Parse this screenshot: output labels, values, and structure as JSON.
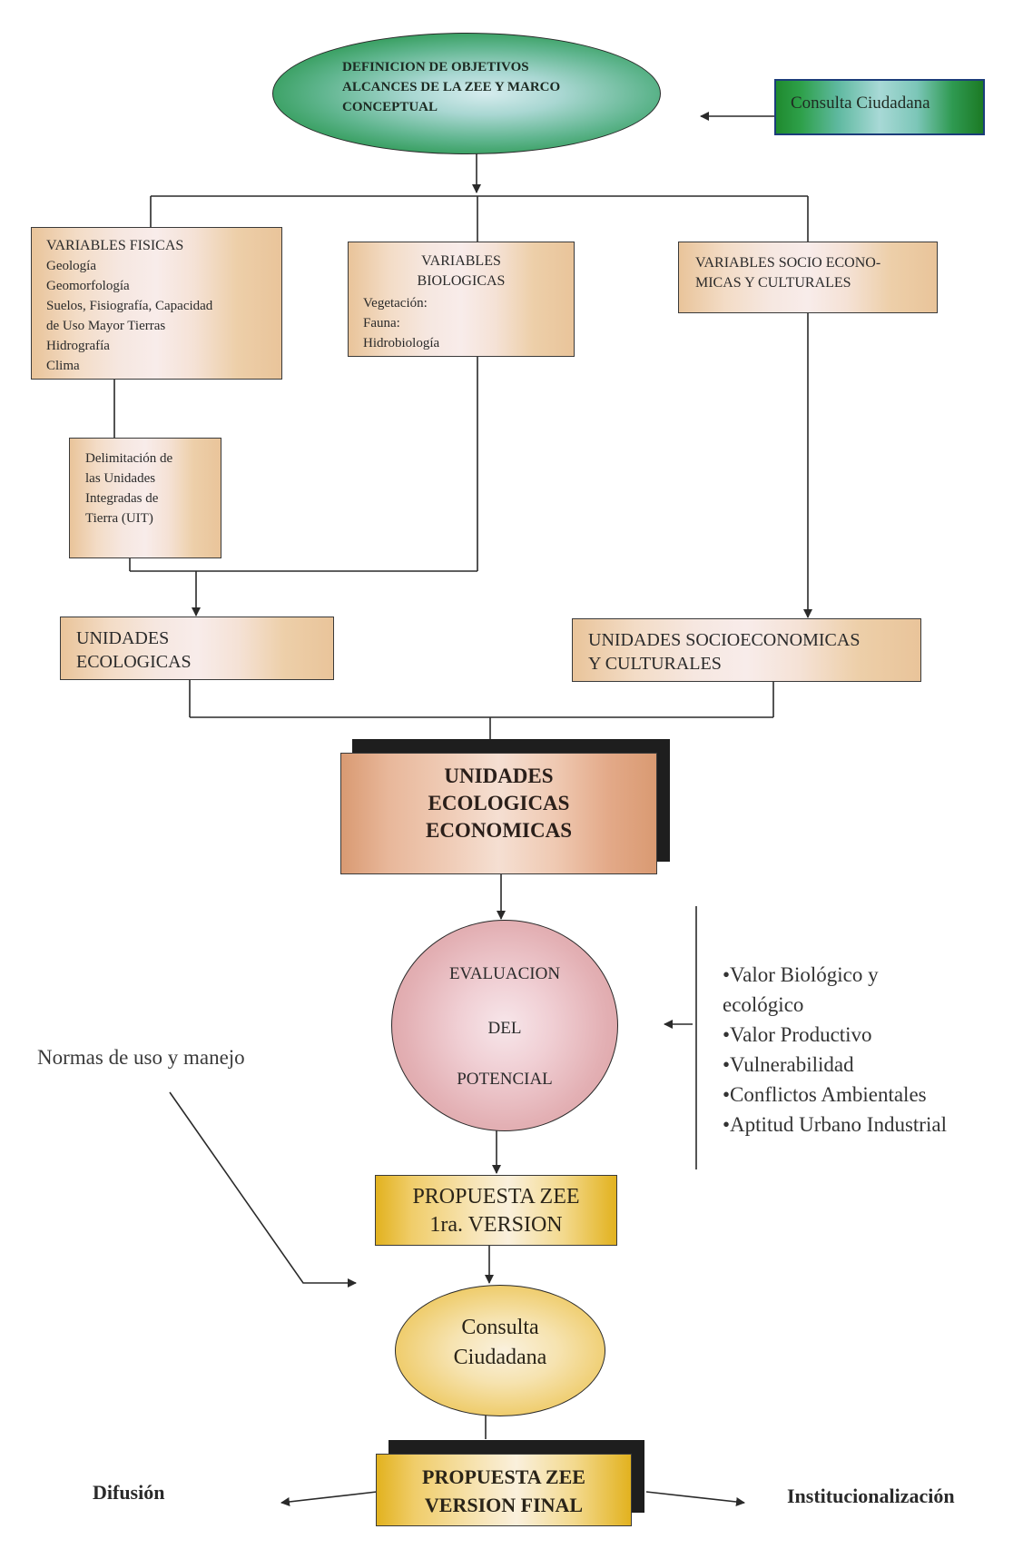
{
  "title": "Proceso de Zonificación Ecológica Económica (ZEE)",
  "nodes": {
    "definicion": {
      "text": "DEFINICION DE OBJETIVOS\nALCANCES DE LA ZEE Y MARCO\nCONCEPTUAL"
    },
    "consulta_top": {
      "text": "Consulta Ciudadana"
    },
    "var_fisicas": {
      "title": "VARIABLES FISICAS",
      "items": [
        "Geología",
        "Geomorfología",
        "Suelos, Fisiografía, Capacidad",
        "de Uso Mayor Tierras",
        "Hidrografía",
        "Clima"
      ]
    },
    "var_biologicas": {
      "title": "VARIABLES\nBIOLOGICAS",
      "items": [
        "Vegetación:",
        "Fauna:",
        "Hidrobiología"
      ]
    },
    "var_socio": {
      "title": "VARIABLES SOCIO ECONO-\nMICAS Y CULTURALES"
    },
    "delimitacion": {
      "text": "Delimitación de\nlas Unidades\nIntegradas de\nTierra (UIT)"
    },
    "unidades_eco": {
      "text": "UNIDADES\nECOLOGICAS"
    },
    "unidades_socio": {
      "text": "UNIDADES SOCIOECONOMICAS\nY CULTURALES"
    },
    "unidades_ee": {
      "text": "UNIDADES\nECOLOGICAS\nECONOMICAS"
    },
    "evaluacion": {
      "line1": "EVALUACION",
      "line2": "DEL",
      "line3": "POTENCIAL"
    },
    "criterios": {
      "items": [
        "•Valor Biológico y\necológico",
        "•Valor Productivo",
        "•Vulnerabilidad",
        "•Conflictos Ambientales",
        "•Aptitud Urbano Industrial"
      ]
    },
    "normas": {
      "text": "Normas de uso y manejo"
    },
    "propuesta_1": {
      "text": "PROPUESTA ZEE\n1ra. VERSION"
    },
    "consulta_bottom": {
      "text": "Consulta\nCiudadana"
    },
    "propuesta_final": {
      "text": "PROPUESTA ZEE\nVERSION FINAL"
    },
    "difusion": {
      "text": "Difusión"
    },
    "institucionalizacion": {
      "text": "Institucionalización"
    }
  }
}
